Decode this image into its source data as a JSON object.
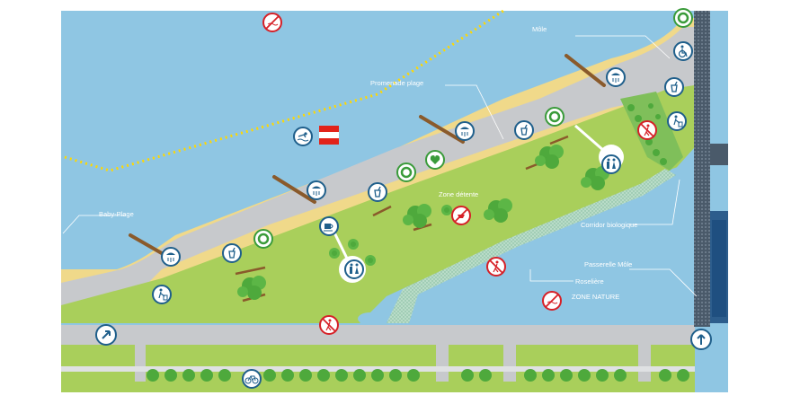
{
  "map": {
    "labels": {
      "mole": "Môle",
      "promenade": "Promenade plage",
      "baby_plage": "Baby-Plage",
      "zone_detente": "Zone détente",
      "corridor": "Corridor biologique",
      "passerelle": "Passerelle Môle",
      "roseliere": "Roselière",
      "zone_nature": "ZONE NATURE"
    },
    "flag_colors": [
      "#e2231a",
      "#ffffff",
      "#e2231a"
    ],
    "colors": {
      "water": "#8fc6e3",
      "lawn": "#a9cf5b",
      "promenade": "#c7c9cc",
      "sand": "#f0d98a",
      "tree": "#5cb646",
      "icon_blue": "#1f5f8b",
      "icon_green": "#3a9b3a",
      "icon_red": "#d62027",
      "path": "#ffd800"
    },
    "icons": [
      "no-swimming-icon",
      "lifebuoy-icon",
      "shower-icon",
      "accessible-wc-icon",
      "drinking-water-icon",
      "wc-icon",
      "swimming-icon",
      "first-aid-icon",
      "no-barbecue-icon",
      "no-entry-icon",
      "cafe-icon",
      "waste-bin-icon",
      "arrow-icon",
      "bicycle-icon"
    ]
  }
}
